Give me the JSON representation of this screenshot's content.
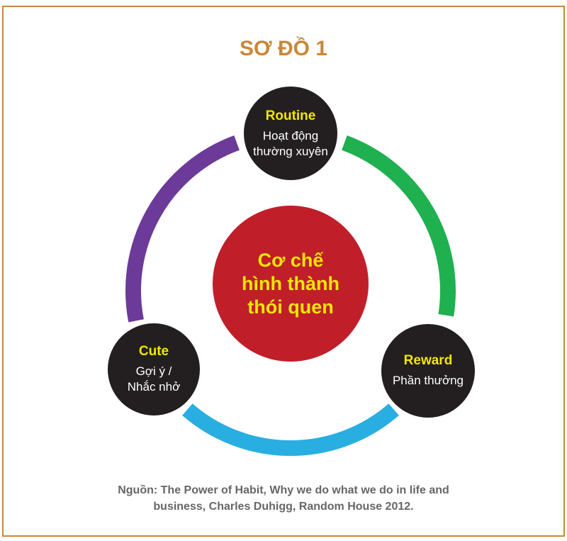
{
  "title": "SƠ ĐỒ 1",
  "center": {
    "line1": "Cơ chế",
    "line2": "hình thành",
    "line3": "thói quen"
  },
  "nodes": {
    "routine": {
      "key": "Routine",
      "line1": "Hoạt động",
      "line2": "thường xuyên"
    },
    "reward": {
      "key": "Reward",
      "line1": "Phần thưởng"
    },
    "cue": {
      "key": "Cute",
      "line1": "Gợi ý /",
      "line2": "Nhắc nhở"
    }
  },
  "source": {
    "line1": "Nguồn: The Power of Habit, Why we do what we do in life and",
    "line2": "business, Charles Duhigg, Random House 2012."
  },
  "colors": {
    "frame": "#c8883a",
    "purple": "#6c3a98",
    "green": "#1fb04f",
    "blue": "#29aee2",
    "red": "#c01f2a",
    "node": "#231f20",
    "yellow": "#f2e600"
  }
}
